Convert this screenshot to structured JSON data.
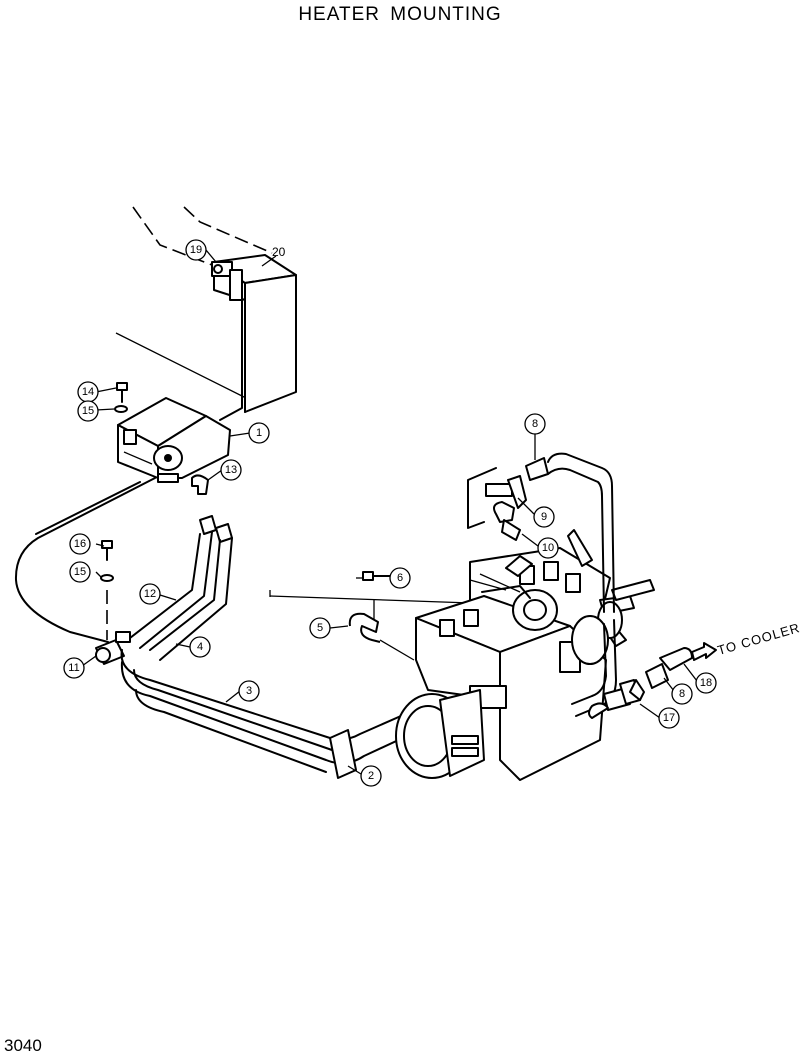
{
  "title": "HEATER  MOUNTING",
  "page_number": "3040",
  "to_cooler_label": "TO COOLER",
  "callouts": {
    "c1": "1",
    "c2": "2",
    "c3": "3",
    "c4": "4",
    "c5": "5",
    "c6": "6",
    "c8a": "8",
    "c8b": "8",
    "c9": "9",
    "c10": "10",
    "c11": "11",
    "c12": "12",
    "c13": "13",
    "c14": "14",
    "c15a": "15",
    "c15b": "15",
    "c16": "16",
    "c17": "17",
    "c18": "18",
    "c19": "19",
    "c20": "20"
  }
}
